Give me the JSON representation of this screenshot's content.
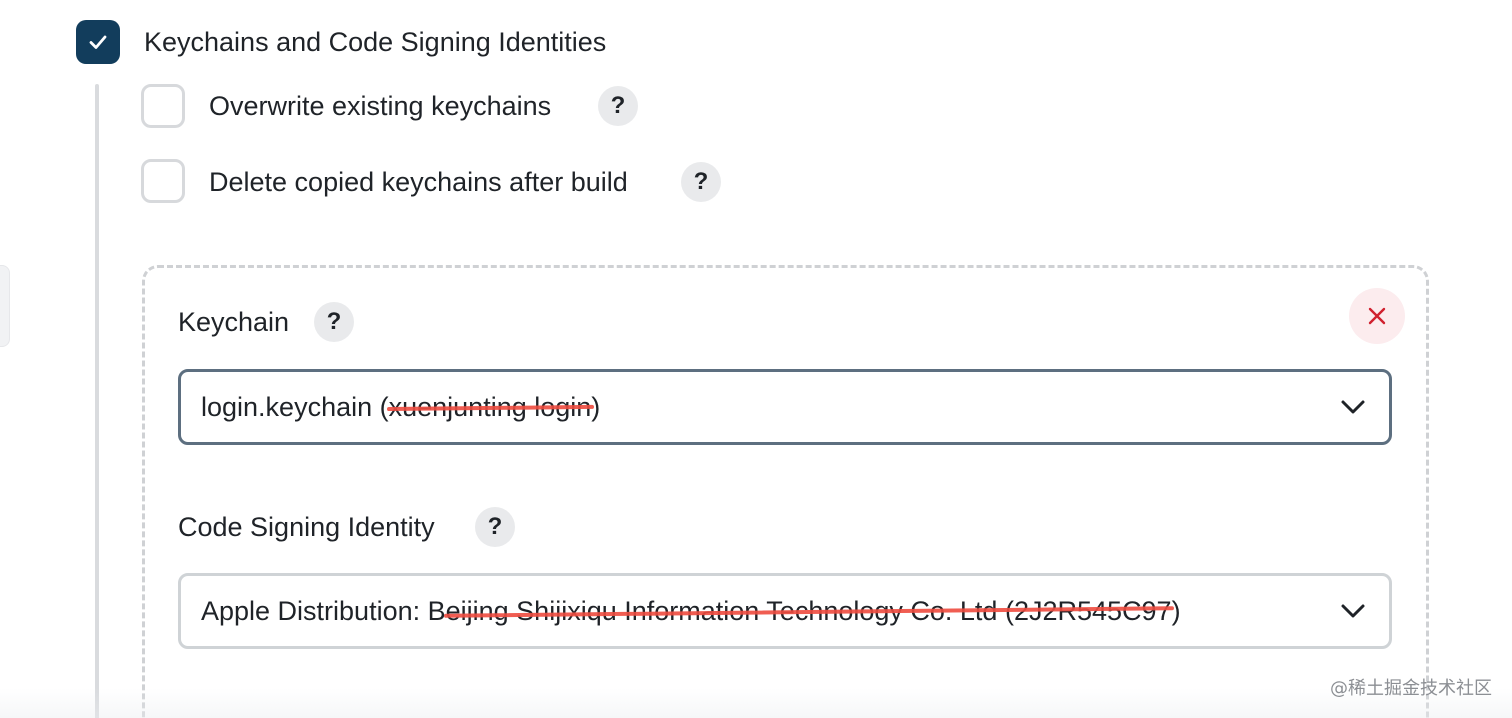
{
  "section": {
    "checked": true,
    "label": "Keychains and Code Signing Identities"
  },
  "options": [
    {
      "label": "Overwrite existing keychains",
      "checked": false,
      "help": "?"
    },
    {
      "label": "Delete copied keychains after build",
      "checked": false,
      "help": "?"
    }
  ],
  "keychain": {
    "label": "Keychain",
    "help": "?",
    "value_prefix": "login.keychain (",
    "value_redacted": "xuenjunting login",
    "value_suffix": ")"
  },
  "identity": {
    "label": "Code Signing Identity",
    "help": "?",
    "value_prefix": "Apple Distribution: B",
    "value_redacted": "eijing Shijixiqu Information Technology Co. Ltd (2J2R545C97",
    "value_suffix": ")"
  },
  "watermark": "@稀土掘金技术社区",
  "icons": {
    "main_check": "checkmark-icon",
    "close": "close-icon",
    "dropdown": "chevron-down-icon"
  },
  "colors": {
    "primary": "#123d5c",
    "danger": "#d0202e",
    "redaction": "#ee4b3f"
  }
}
